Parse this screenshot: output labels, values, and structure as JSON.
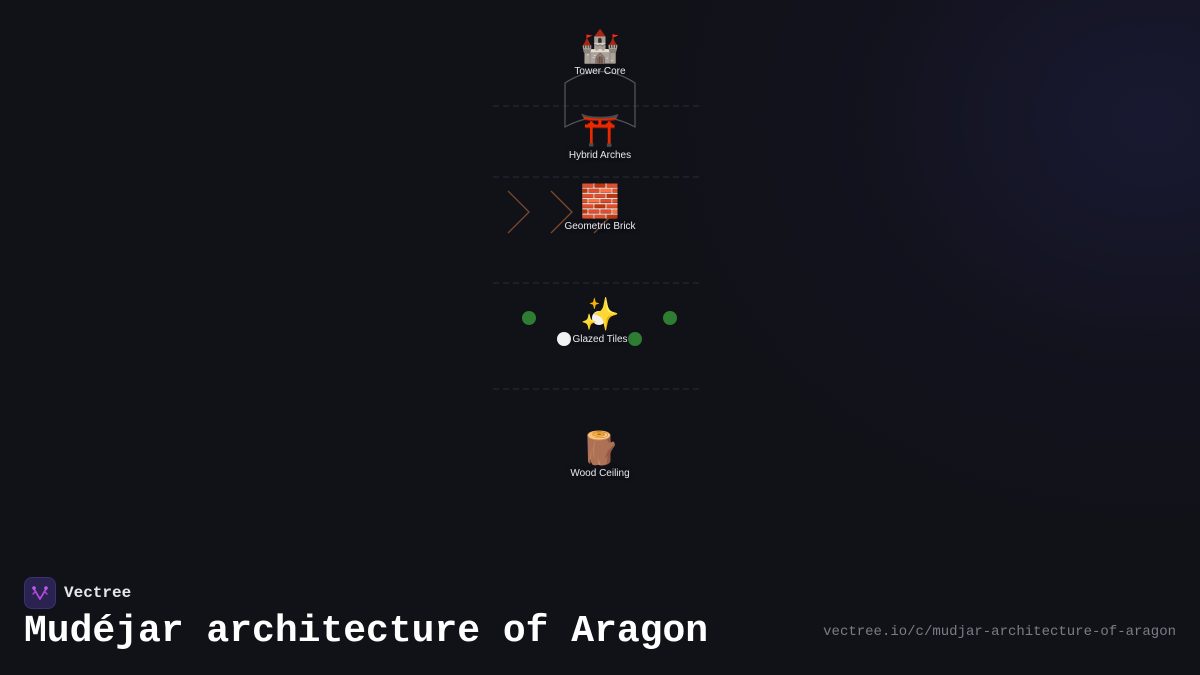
{
  "colors": {
    "background": "#111118",
    "dashed_line": "#2c2c36",
    "arch_stroke": "#55555f",
    "chevron_stroke": "#7a4a2e",
    "dot_green": "#2e7d32",
    "dot_white": "#f2f2f2",
    "label_text": "#e8e8ee",
    "brand_logo_bg": "#2a2250",
    "brand_logo_glyph": "#b04ad6"
  },
  "diagram": {
    "nodes": [
      {
        "id": "tower-core",
        "icon": "castle-icon",
        "glyph": "🏰",
        "label": "Tower Core"
      },
      {
        "id": "hybrid-arches",
        "icon": "torii-gate-icon",
        "glyph": "⛩️",
        "label": "Hybrid Arches"
      },
      {
        "id": "geometric-brick",
        "icon": "brick-icon",
        "glyph": "🧱",
        "label": "Geometric Brick"
      },
      {
        "id": "glazed-tiles",
        "icon": "sparkles-icon",
        "glyph": "✨",
        "label": "Glazed Tiles"
      },
      {
        "id": "wood-ceiling",
        "icon": "wood-log-icon",
        "glyph": "🪵",
        "label": "Wood Ceiling"
      }
    ]
  },
  "footer": {
    "brand_name": "Vectree",
    "title": "Mudéjar architecture of Aragon",
    "url": "vectree.io/c/mudjar-architecture-of-aragon"
  }
}
